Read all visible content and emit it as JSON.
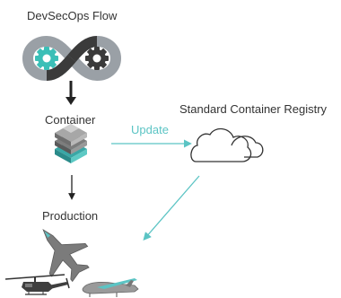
{
  "diagram": {
    "title": "DevSecOps Flow",
    "nodes": {
      "container": "Container",
      "registry": "Standard Container Registry",
      "production": "Production"
    },
    "edges": {
      "update": "Update"
    },
    "icons": [
      "infinity-gears-icon",
      "container-stack-icon",
      "cloud-icon",
      "fighter-jet-icon",
      "helicopter-icon",
      "drone-icon"
    ],
    "colors": {
      "teal": "#5bc4c4",
      "dark": "#3d3d3d",
      "grey": "#8a8a8a"
    }
  }
}
